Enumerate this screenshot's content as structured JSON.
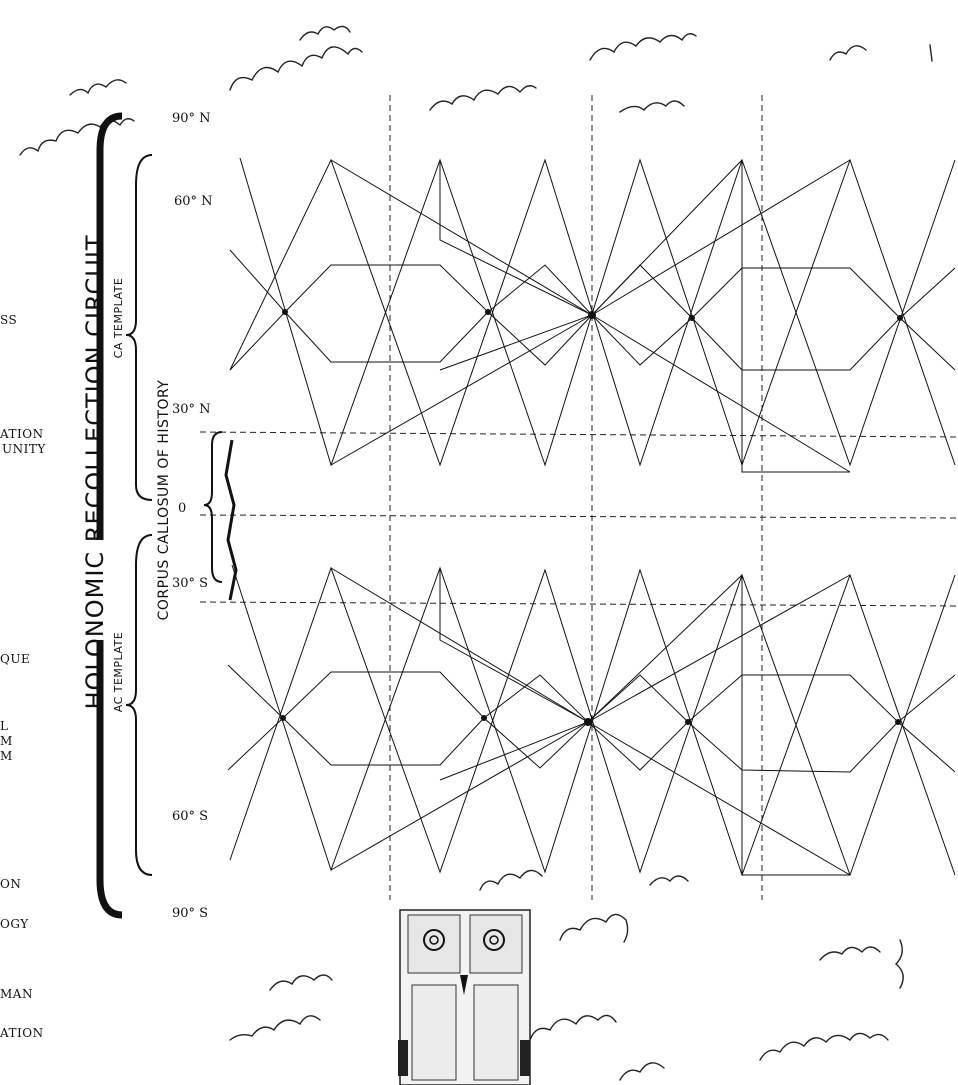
{
  "circuit": {
    "title": "HOLONOMIC RECOLLECTION CIRCUIT",
    "ca_template": "CA TEMPLATE",
    "ac_template": "AC TEMPLATE",
    "corpus": "CORPUS CALLOSUM OF HISTORY"
  },
  "latitudes": {
    "n90": "90° N",
    "n60": "60° N",
    "n30": "30° N",
    "zero": "0",
    "s30": "30° S",
    "s60": "60° S",
    "s90": "90° S"
  },
  "cut_labels": [
    "SS",
    "ATION",
    "UNITY",
    "QUE",
    "L",
    "M",
    "M",
    "ON",
    "OGY",
    "MAN",
    "ATION"
  ],
  "illustrations": {
    "clouds": "cloud-icon",
    "statue": "twin-statue-icon"
  }
}
